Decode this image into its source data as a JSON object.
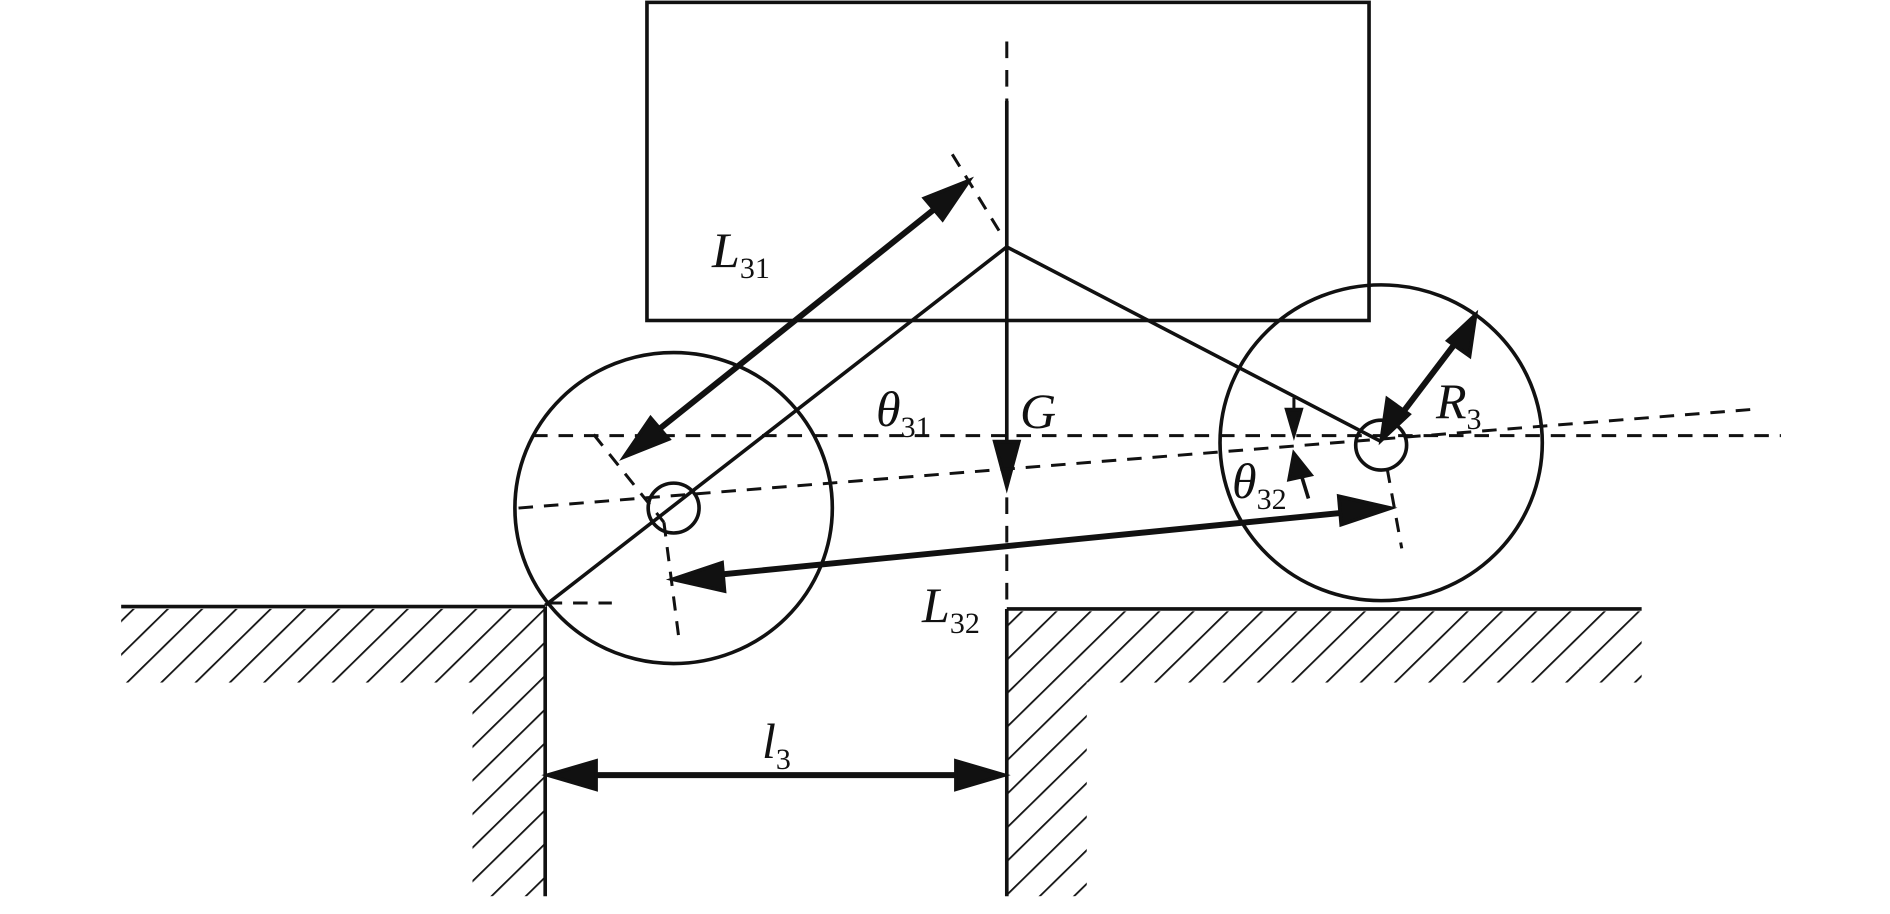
{
  "labels": {
    "L31": {
      "main": "L",
      "sub": "31"
    },
    "theta31": {
      "main": "θ",
      "sub": "31"
    },
    "G": {
      "main": "G"
    },
    "R3": {
      "main": "R",
      "sub": "3"
    },
    "theta32": {
      "main": "θ",
      "sub": "32"
    },
    "L32": {
      "main": "L",
      "sub": "32"
    },
    "l3": {
      "main": "l",
      "sub": "3"
    }
  },
  "colors": {
    "stroke": "#111111",
    "background": "#ffffff"
  }
}
